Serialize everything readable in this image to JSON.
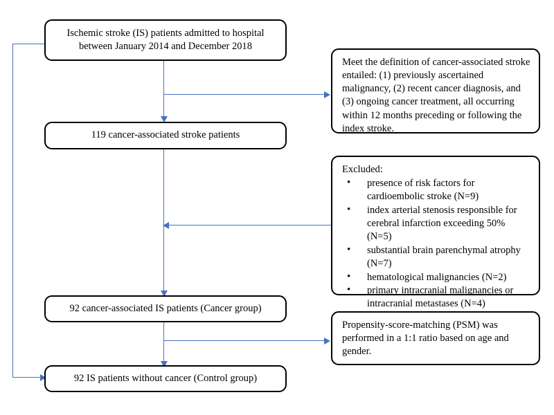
{
  "diagram": {
    "title": "Cancer-associated ischemic stroke patient selection flowchart",
    "colors": {
      "box_border": "#000000",
      "connector": "#4472C4",
      "background": "#ffffff",
      "text": "#000000"
    },
    "boxes": {
      "cohort_source": "Ischemic stroke (IS) patients admitted to hospital between January 2014 and December 2018",
      "cancer_stroke_119": "119 cancer-associated stroke patients",
      "cancer_group_92": "92 cancer-associated IS patients (Cancer group)",
      "control_group_92": "92 IS patients without cancer (Control group)",
      "definition": "Meet the definition of cancer-associated stroke entailed: (1) previously ascertained malignancy, (2) recent cancer diagnosis, and (3) ongoing cancer treatment, all occurring within 12 months preceding or following the index stroke.",
      "psm": "Propensity-score-matching (PSM) was performed in a 1:1 ratio based on age and gender."
    },
    "excluded": {
      "heading": "Excluded:",
      "items": [
        "presence of risk factors for cardioembolic stroke (N=9)",
        "index arterial stenosis responsible for cerebral infarction exceeding 50% (N=5)",
        "substantial brain parenchymal atrophy (N=7)",
        "hematological malignancies (N=2)",
        "primary intracranial malignancies or intracranial metastases (N=4)"
      ]
    },
    "counts": {
      "cancer_associated_stroke": 119,
      "cancer_group": 92,
      "control_group": 92,
      "excluded_cardioembolic": 9,
      "excluded_stenosis": 5,
      "excluded_atrophy": 7,
      "excluded_hematological": 2,
      "excluded_intracranial": 4,
      "psm_ratio": "1:1"
    }
  }
}
